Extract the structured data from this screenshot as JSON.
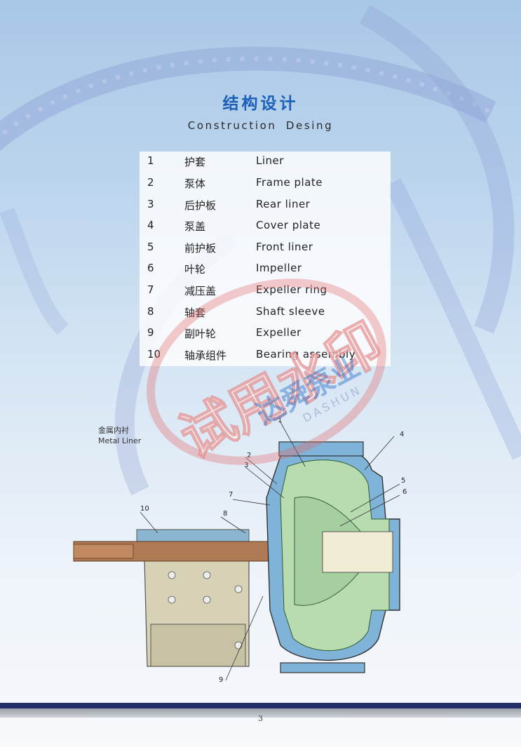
{
  "title_zh": "结构设计",
  "title_en": "Construction  Desing",
  "parts": [
    {
      "num": "1",
      "zh": "护套",
      "en": "Liner"
    },
    {
      "num": "2",
      "zh": "泵体",
      "en": "Frame plate"
    },
    {
      "num": "3",
      "zh": "后护板",
      "en": "Rear liner"
    },
    {
      "num": "4",
      "zh": "泵盖",
      "en": "Cover plate"
    },
    {
      "num": "5",
      "zh": "前护板",
      "en": "Front liner"
    },
    {
      "num": "6",
      "zh": "叶轮",
      "en": "Impeller"
    },
    {
      "num": "7",
      "zh": "减压盖",
      "en": "Expeller ring"
    },
    {
      "num": "8",
      "zh": "轴套",
      "en": "Shaft  sleeve"
    },
    {
      "num": "9",
      "zh": "副叶轮",
      "en": "Expeller"
    },
    {
      "num": "10",
      "zh": "轴承组件",
      "en": "Bearing assembly"
    }
  ],
  "drawing": {
    "metal_label_zh": "金属内衬",
    "metal_label_en": "Metal Liner",
    "callouts": [
      "1",
      "2",
      "3",
      "4",
      "5",
      "6",
      "7",
      "8",
      "9",
      "10"
    ]
  },
  "watermark": {
    "text_zh": "试用水印",
    "brand_zh": "达舜泵业",
    "brand_en": "DASHUN"
  },
  "page_number": "3",
  "colors": {
    "title": "#1a5fb8",
    "casing": "#7fb3d8",
    "liner": "#b8dcb0",
    "frame": "#d7d2b6",
    "shaft": "#b07a55",
    "footer": "#1f2f6a"
  }
}
